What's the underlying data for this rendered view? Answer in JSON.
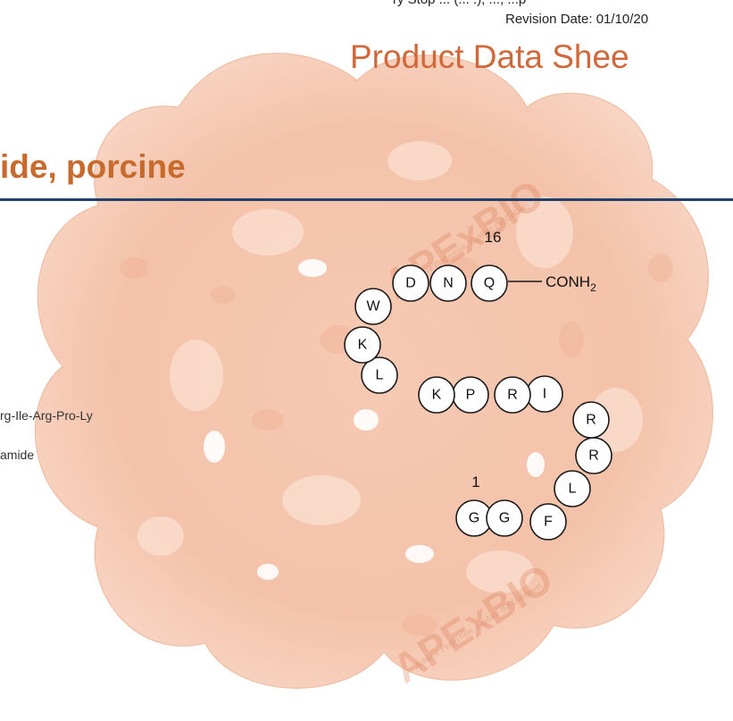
{
  "header": {
    "top_cut_text": "ry Stop ... (... .), ..., ...p",
    "revision_date": "Revision Date: 01/10/20",
    "title": "Product Data Shee"
  },
  "product": {
    "name_fragment": "ide, porcine"
  },
  "sequence_text": {
    "line1": "rg-Ile-Arg-Pro-Ly",
    "line2": "amide"
  },
  "peptide": {
    "start_number": "1",
    "end_number": "16",
    "c_terminus": "CONH",
    "c_terminus_subscript": "2",
    "residues": [
      "G",
      "G",
      "F",
      "L",
      "R",
      "R",
      "I",
      "R",
      "P",
      "K",
      "L",
      "K",
      "W",
      "D",
      "N",
      "Q"
    ]
  },
  "watermark": {
    "brand": "APExBIO",
    "tagline": "Achieve Perfection. Explore the Unknown."
  },
  "colors": {
    "title_orange": "#d0683a",
    "product_orange": "#c96a2d",
    "rule_navy": "#21406b",
    "background_peach": "#f7cdb8"
  }
}
